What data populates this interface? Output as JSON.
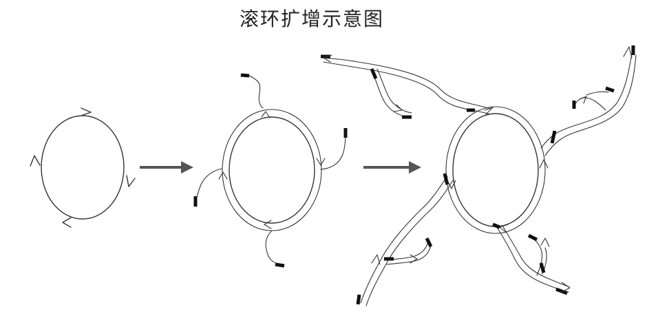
{
  "diagram": {
    "title": "滚环扩增示意图",
    "stages": [
      {
        "id": "circular-template"
      },
      {
        "id": "primed-circle"
      },
      {
        "id": "hyperbranched-amplification"
      }
    ],
    "colors": {
      "stroke": "#333333",
      "arrow": "#555555",
      "primer_tip": "#111111"
    }
  }
}
